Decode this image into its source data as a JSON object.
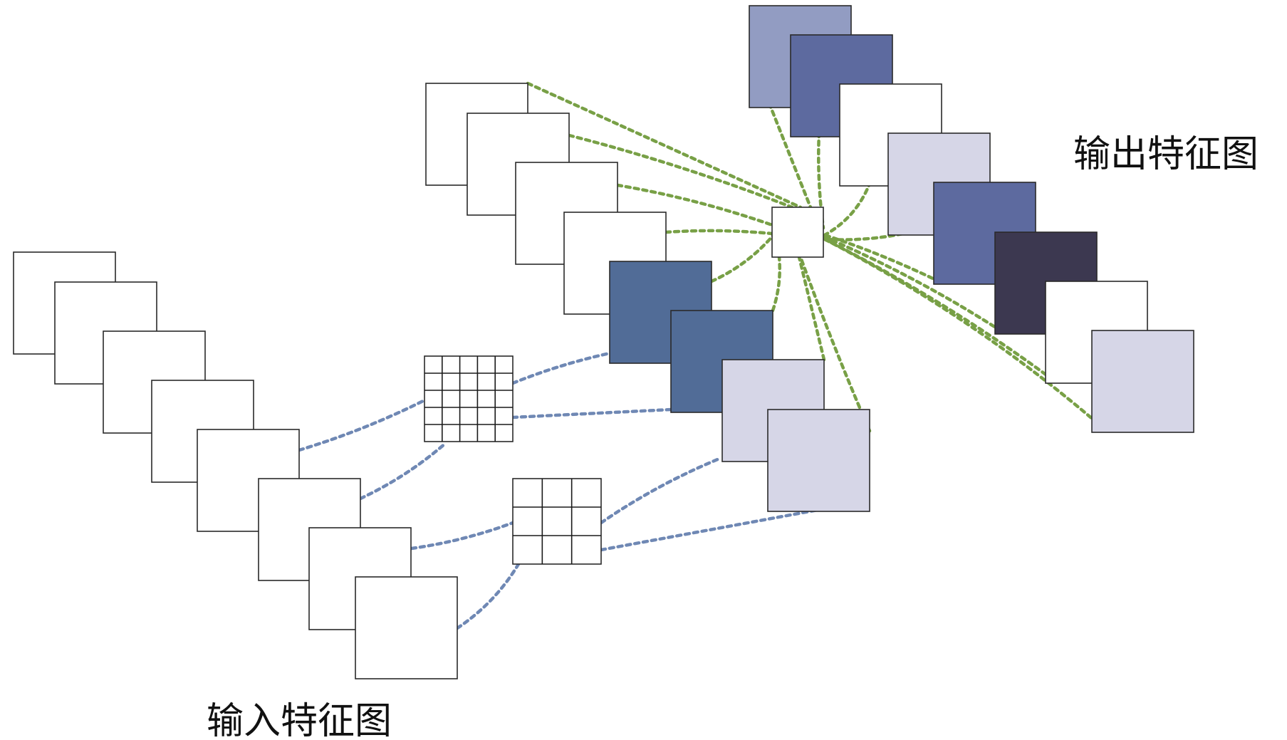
{
  "labels": {
    "input": "输入特征图",
    "output": "输出特征图"
  },
  "colors": {
    "background": "#ffffff",
    "outline": "#2a2a2a",
    "link_green": "#78a046",
    "link_blue": "#6f88b4",
    "out_light_purple": "#929cc2",
    "out_medium_purple": "#5d6a9f",
    "out_pale_lavender": "#d6d6e7",
    "out_dark_navy": "#3c3850",
    "mid_steel_blue": "#516c97",
    "mid_pale_lavender": "#d6d6e7",
    "white": "#ffffff"
  },
  "kernels": {
    "large_grid": {
      "rows": 5,
      "cols": 5
    },
    "small_grid": {
      "rows": 3,
      "cols": 3
    },
    "center_kernel": {
      "rows": 1,
      "cols": 1
    }
  },
  "stacks": {
    "input_map_count": 8,
    "intermediate_map_count": 8,
    "output_map_count": 8
  }
}
